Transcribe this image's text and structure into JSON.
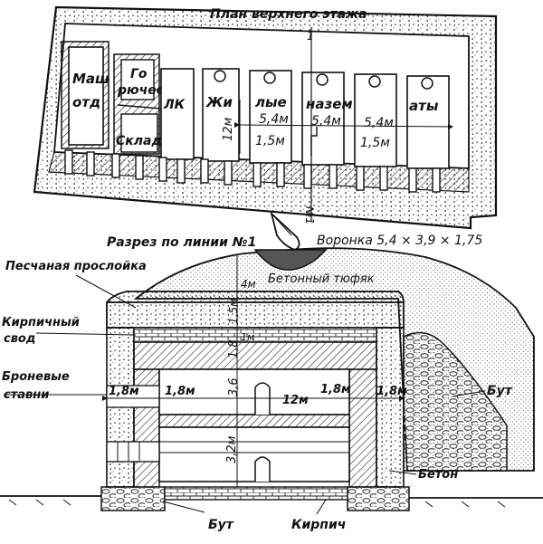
{
  "plan": {
    "title": "План верхнего этажа",
    "rooms": {
      "machine_line1": "Маш",
      "machine_line2": "отд",
      "fuel_line1": "Го",
      "fuel_line2": "рючее",
      "storage": "Склад",
      "lk": "ЛК",
      "living_parts": [
        "Жи",
        "лые",
        "назем",
        "аты"
      ]
    },
    "dims": {
      "room_length": "12м",
      "width_a": "5,4м",
      "width_b": "5,4м",
      "width_c": "5,4м",
      "corridor_a": "1,5м",
      "corridor_b": "1,5м"
    },
    "section_mark_top": "1",
    "section_mark_bottom": "№1"
  },
  "section": {
    "title": "Разрез по линии №1",
    "crater": "Воронка 5,4 × 3,9 × 1,75",
    "labels": {
      "sand_layer": "Песчаная прослойка",
      "concrete_mattress": "Бетонный тюфяк",
      "brick_vault_line1": "Кирпичный",
      "brick_vault_line2": "свод",
      "shutters_line1": "Броневые",
      "shutters_line2": "ставни",
      "rubble_right": "Бут",
      "concrete": "Бетон",
      "rubble_bottom": "Бут",
      "brick": "Кирпич"
    },
    "dims": {
      "earth_depth": "4м",
      "mattress": "1,5м",
      "layer_1m": "1м",
      "vault": "1,8",
      "height_upper": "3,6",
      "height_lower": "3,2м",
      "wall_left_outer": "1,8м",
      "wall_left_inner": "1,8м",
      "span": "12м",
      "wall_right_inner": "1,8м",
      "wall_right_outer": "1,8м"
    }
  }
}
